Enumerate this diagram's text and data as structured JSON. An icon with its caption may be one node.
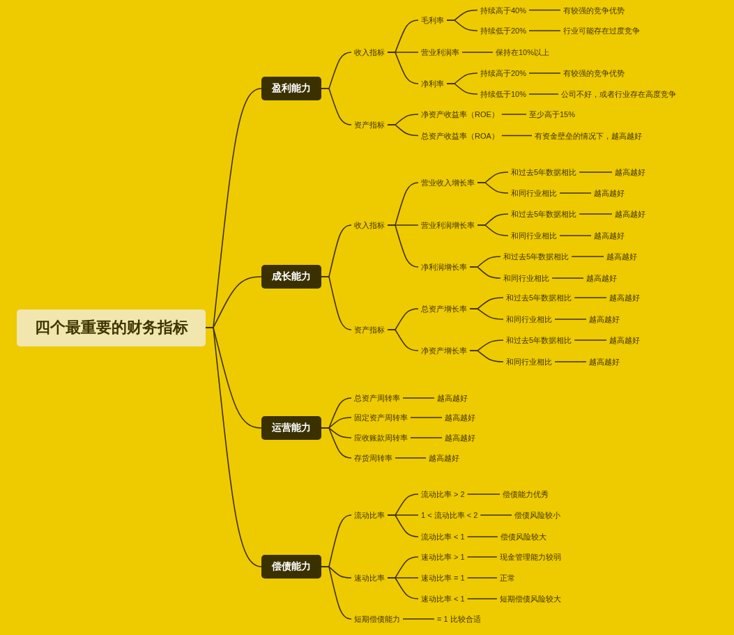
{
  "diagram": {
    "nodes": [
      {
        "text": [
          "四个最重要的财务指标"
        ]
      },
      {
        "text": [
          "盈利能力"
        ]
      },
      {
        "text": [
          "收入指标"
        ]
      },
      {
        "text": [
          "毛利率"
        ]
      },
      {
        "text": [
          "持续高于40%"
        ]
      },
      {
        "text": [
          "有较强的竞争优势"
        ]
      },
      {
        "text": [
          "持续低于20%"
        ]
      },
      {
        "text": [
          "行业可能存在过度竞争"
        ]
      },
      {
        "text": [
          "营业利润率"
        ]
      },
      {
        "text": [
          "保持在10%以上"
        ]
      },
      {
        "text": [
          "净利率"
        ]
      },
      {
        "text": [
          "持续高于20%"
        ]
      },
      {
        "text": [
          "有较强的竞争优势"
        ]
      },
      {
        "text": [
          "持续低于10%"
        ]
      },
      {
        "text": [
          "公司不好，或者行业存在高度竞争"
        ]
      },
      {
        "text": [
          "资产指标"
        ]
      },
      {
        "text": [
          "净资产收益率（ROE）"
        ]
      },
      {
        "text": [
          "至少高于15%"
        ]
      },
      {
        "text": [
          "总资产收益率（ROA）"
        ]
      },
      {
        "text": [
          "有资金壁垒的情况下，越高越好"
        ]
      },
      {
        "text": [
          "成长能力"
        ]
      },
      {
        "text": [
          "收入指标"
        ]
      },
      {
        "text": [
          "营业收入增长率"
        ]
      },
      {
        "text": [
          "和过去5年数据相比"
        ]
      },
      {
        "text": [
          "越高越好"
        ]
      },
      {
        "text": [
          "和同行业相比"
        ]
      },
      {
        "text": [
          "越高越好"
        ]
      },
      {
        "text": [
          "营业利润增长率"
        ]
      },
      {
        "text": [
          "和过去5年数据相比"
        ]
      },
      {
        "text": [
          "越高越好"
        ]
      },
      {
        "text": [
          "和同行业相比"
        ]
      },
      {
        "text": [
          "越高越好"
        ]
      },
      {
        "text": [
          "净利润增长率"
        ]
      },
      {
        "text": [
          "和过去5年数据相比"
        ]
      },
      {
        "text": [
          "越高越好"
        ]
      },
      {
        "text": [
          "和同行业相比"
        ]
      },
      {
        "text": [
          "越高越好"
        ]
      },
      {
        "text": [
          "资产指标"
        ]
      },
      {
        "text": [
          "总资产增长率"
        ]
      },
      {
        "text": [
          "和过去5年数据相比"
        ]
      },
      {
        "text": [
          "越高越好"
        ]
      },
      {
        "text": [
          "和同行业相比"
        ]
      },
      {
        "text": [
          "越高越好"
        ]
      },
      {
        "text": [
          "净资产增长率"
        ]
      },
      {
        "text": [
          "和过去5年数据相比"
        ]
      },
      {
        "text": [
          "越高越好"
        ]
      },
      {
        "text": [
          "和同行业相比"
        ]
      },
      {
        "text": [
          "越高越好"
        ]
      },
      {
        "text": [
          "运营能力"
        ]
      },
      {
        "text": [
          "总资产周转率"
        ]
      },
      {
        "text": [
          "越高越好"
        ]
      },
      {
        "text": [
          "固定资产周转率"
        ]
      },
      {
        "text": [
          "越高越好"
        ]
      },
      {
        "text": [
          "应收账款周转率"
        ]
      },
      {
        "text": [
          "越高越好"
        ]
      },
      {
        "text": [
          "存货周转率"
        ]
      },
      {
        "text": [
          "越高越好"
        ]
      },
      {
        "text": [
          "偿债能力"
        ]
      },
      {
        "text": [
          "流动比率"
        ]
      },
      {
        "text": [
          "流动比率 > 2"
        ]
      },
      {
        "text": [
          "偿债能力优秀"
        ]
      },
      {
        "text": [
          "1 < 流动比率 < 2"
        ]
      },
      {
        "text": [
          "偿债风险较小"
        ]
      },
      {
        "text": [
          "流动比率 < 1"
        ]
      },
      {
        "text": [
          "偿债风险较大"
        ]
      },
      {
        "text": [
          "速动比率"
        ]
      },
      {
        "text": [
          "速动比率 > 1"
        ]
      },
      {
        "text": [
          "现金管理能力较弱"
        ]
      },
      {
        "text": [
          "速动比率 = 1"
        ]
      },
      {
        "text": [
          "正常"
        ]
      },
      {
        "text": [
          "速动比率 < 1"
        ]
      },
      {
        "text": [
          "短期偿债风险较大"
        ]
      },
      {
        "text": [
          "短期偿债能力"
        ]
      },
      {
        "text": [
          "= 1 比较合适"
        ]
      }
    ],
    "edges": [
      {
        "from": 0,
        "to": 1,
        "arrow": "none"
      },
      {
        "from": 1,
        "to": 2,
        "arrow": "none"
      },
      {
        "from": 2,
        "to": 3,
        "arrow": "none"
      },
      {
        "from": 3,
        "to": 4,
        "arrow": "none"
      },
      {
        "from": 4,
        "to": 5,
        "arrow": "none"
      },
      {
        "from": 3,
        "to": 6,
        "arrow": "none"
      },
      {
        "from": 6,
        "to": 7,
        "arrow": "none"
      },
      {
        "from": 2,
        "to": 8,
        "arrow": "none"
      },
      {
        "from": 8,
        "to": 9,
        "arrow": "none"
      },
      {
        "from": 2,
        "to": 10,
        "arrow": "none"
      },
      {
        "from": 10,
        "to": 11,
        "arrow": "none"
      },
      {
        "from": 11,
        "to": 12,
        "arrow": "none"
      },
      {
        "from": 10,
        "to": 13,
        "arrow": "none"
      },
      {
        "from": 13,
        "to": 14,
        "arrow": "none"
      },
      {
        "from": 1,
        "to": 15,
        "arrow": "none"
      },
      {
        "from": 15,
        "to": 16,
        "arrow": "none"
      },
      {
        "from": 16,
        "to": 17,
        "arrow": "none"
      },
      {
        "from": 15,
        "to": 18,
        "arrow": "none"
      },
      {
        "from": 18,
        "to": 19,
        "arrow": "none"
      },
      {
        "from": 0,
        "to": 20,
        "arrow": "none"
      },
      {
        "from": 20,
        "to": 21,
        "arrow": "none"
      },
      {
        "from": 21,
        "to": 22,
        "arrow": "none"
      },
      {
        "from": 22,
        "to": 23,
        "arrow": "none"
      },
      {
        "from": 23,
        "to": 24,
        "arrow": "none"
      },
      {
        "from": 22,
        "to": 25,
        "arrow": "none"
      },
      {
        "from": 25,
        "to": 26,
        "arrow": "none"
      },
      {
        "from": 21,
        "to": 27,
        "arrow": "none"
      },
      {
        "from": 27,
        "to": 28,
        "arrow": "none"
      },
      {
        "from": 28,
        "to": 29,
        "arrow": "none"
      },
      {
        "from": 27,
        "to": 30,
        "arrow": "none"
      },
      {
        "from": 30,
        "to": 31,
        "arrow": "none"
      },
      {
        "from": 21,
        "to": 32,
        "arrow": "none"
      },
      {
        "from": 32,
        "to": 33,
        "arrow": "none"
      },
      {
        "from": 33,
        "to": 34,
        "arrow": "none"
      },
      {
        "from": 32,
        "to": 35,
        "arrow": "none"
      },
      {
        "from": 35,
        "to": 36,
        "arrow": "none"
      },
      {
        "from": 20,
        "to": 37,
        "arrow": "none"
      },
      {
        "from": 37,
        "to": 38,
        "arrow": "none"
      },
      {
        "from": 38,
        "to": 39,
        "arrow": "none"
      },
      {
        "from": 39,
        "to": 40,
        "arrow": "none"
      },
      {
        "from": 38,
        "to": 41,
        "arrow": "none"
      },
      {
        "from": 41,
        "to": 42,
        "arrow": "none"
      },
      {
        "from": 37,
        "to": 43,
        "arrow": "none"
      },
      {
        "from": 43,
        "to": 44,
        "arrow": "none"
      },
      {
        "from": 44,
        "to": 45,
        "arrow": "none"
      },
      {
        "from": 43,
        "to": 46,
        "arrow": "none"
      },
      {
        "from": 46,
        "to": 47,
        "arrow": "none"
      },
      {
        "from": 0,
        "to": 48,
        "arrow": "none"
      },
      {
        "from": 48,
        "to": 49,
        "arrow": "none"
      },
      {
        "from": 49,
        "to": 50,
        "arrow": "none"
      },
      {
        "from": 48,
        "to": 51,
        "arrow": "none"
      },
      {
        "from": 51,
        "to": 52,
        "arrow": "none"
      },
      {
        "from": 48,
        "to": 53,
        "arrow": "none"
      },
      {
        "from": 53,
        "to": 54,
        "arrow": "none"
      },
      {
        "from": 48,
        "to": 55,
        "arrow": "none"
      },
      {
        "from": 55,
        "to": 56,
        "arrow": "none"
      },
      {
        "from": 0,
        "to": 57,
        "arrow": "none"
      },
      {
        "from": 57,
        "to": 58,
        "arrow": "none"
      },
      {
        "from": 58,
        "to": 59,
        "arrow": "none"
      },
      {
        "from": 59,
        "to": 60,
        "arrow": "none"
      },
      {
        "from": 58,
        "to": 61,
        "arrow": "none"
      },
      {
        "from": 61,
        "to": 62,
        "arrow": "none"
      },
      {
        "from": 58,
        "to": 63,
        "arrow": "none"
      },
      {
        "from": 63,
        "to": 64,
        "arrow": "none"
      },
      {
        "from": 57,
        "to": 65,
        "arrow": "none"
      },
      {
        "from": 65,
        "to": 66,
        "arrow": "none"
      },
      {
        "from": 66,
        "to": 67,
        "arrow": "none"
      },
      {
        "from": 65,
        "to": 68,
        "arrow": "none"
      },
      {
        "from": 68,
        "to": 69,
        "arrow": "none"
      },
      {
        "from": 65,
        "to": 70,
        "arrow": "none"
      },
      {
        "from": 70,
        "to": 71,
        "arrow": "none"
      },
      {
        "from": 57,
        "to": 72,
        "arrow": "none"
      },
      {
        "from": 72,
        "to": 73,
        "arrow": "none"
      }
    ]
  }
}
